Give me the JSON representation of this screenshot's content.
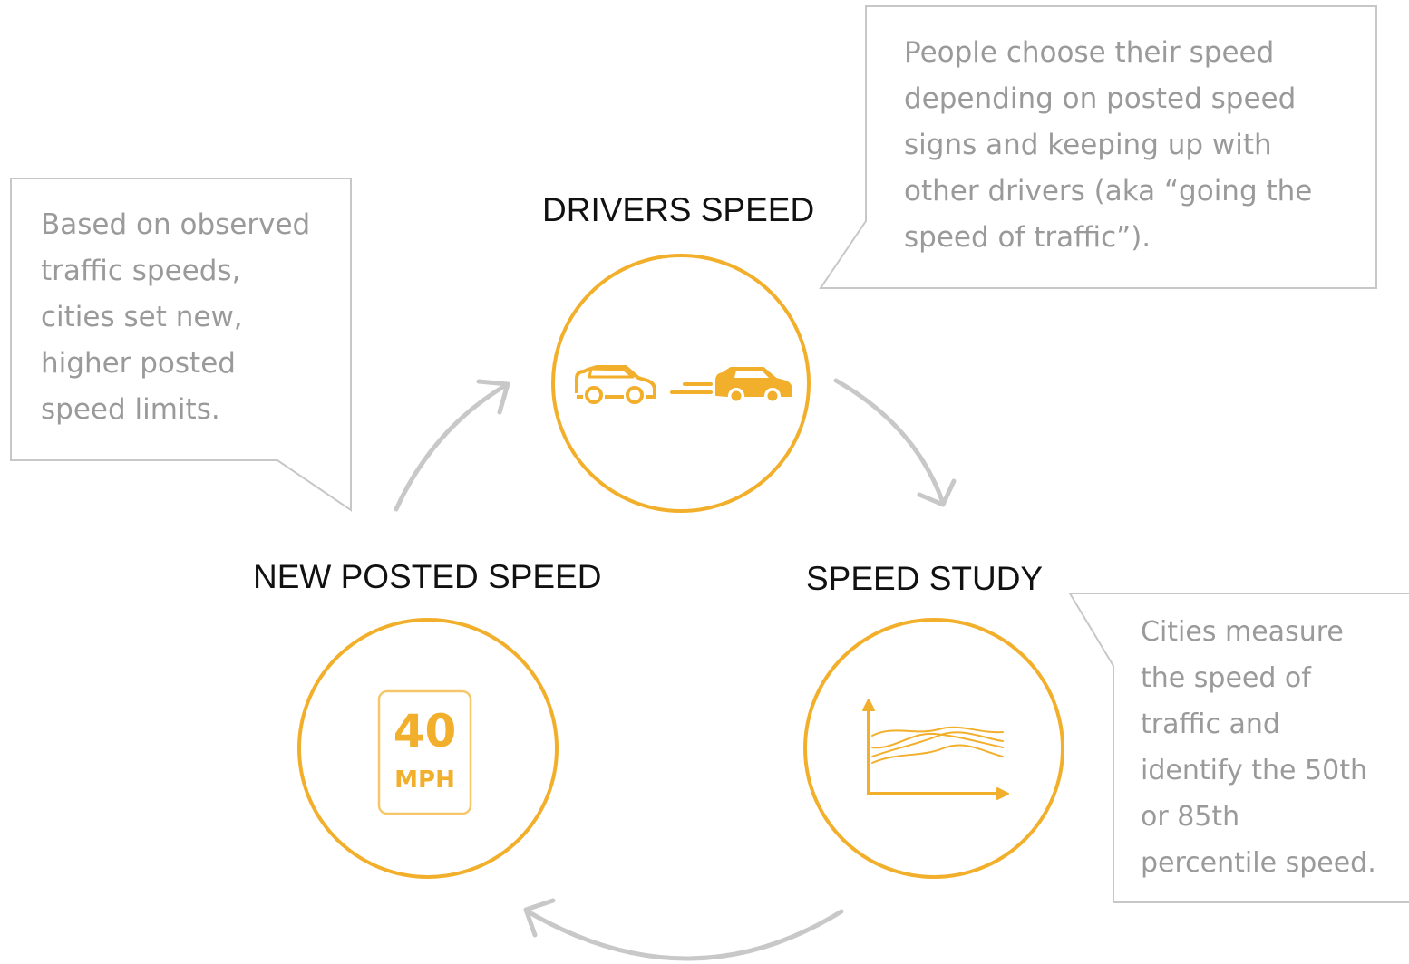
{
  "colors": {
    "accent": "#F2AF2B",
    "arrow": "#C8C8C8",
    "callout_border": "#C7C7C7",
    "title_text": "#111111",
    "note_text": "#9A9A9A"
  },
  "stages": [
    {
      "id": "drivers",
      "title": "DRIVERS SPEED",
      "icon": "two-cars-icon"
    },
    {
      "id": "study",
      "title": "SPEED STUDY",
      "icon": "speed-chart-icon"
    },
    {
      "id": "posted",
      "title": "NEW POSTED SPEED",
      "icon": "speed-limit-sign-icon"
    }
  ],
  "speed_sign": {
    "value": "40",
    "unit": "MPH"
  },
  "callouts": {
    "drivers": {
      "lines": [
        "People choose their speed",
        "depending on posted speed",
        "signs and keeping up with",
        "other drivers (aka “going the",
        "speed of traffic”)."
      ]
    },
    "study": {
      "lines": [
        "Cities measure",
        "the speed of",
        "traffic and",
        "identify the 50th",
        "or 85th",
        "percentile speed."
      ]
    },
    "posted": {
      "lines": [
        "Based on observed",
        "traffic speeds,",
        "cities set new,",
        "higher posted",
        "speed limits."
      ]
    }
  },
  "arrows": [
    {
      "from": "drivers",
      "to": "study",
      "icon": "curved-arrow-icon"
    },
    {
      "from": "study",
      "to": "posted",
      "icon": "curved-arrow-icon"
    },
    {
      "from": "posted",
      "to": "drivers",
      "icon": "curved-arrow-icon"
    }
  ]
}
